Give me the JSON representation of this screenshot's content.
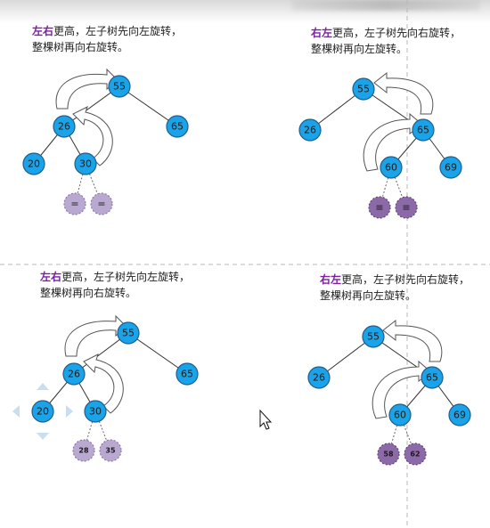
{
  "captions": {
    "top_left": {
      "highlight": "左右",
      "line1_rest": "更高，左子树先向左旋转，",
      "line2": "整棵树再向右旋转。"
    },
    "top_right": {
      "highlight": "右左",
      "line1_rest": "更高，左子树先向右旋转，",
      "line2": "整棵树再向左旋转。"
    },
    "bottom_left": {
      "highlight": "左右",
      "line1_rest": "更高，左子树先向左旋转，",
      "line2": "整棵树再向右旋转。"
    },
    "bottom_right": {
      "highlight": "右左",
      "line1_rest": "更高，左子树先向右旋转，",
      "line2": "整棵树再向左旋转。"
    }
  },
  "trees": {
    "top_left": {
      "root": "55",
      "left": "26",
      "right": "65",
      "left_left": "20",
      "left_right": "30",
      "sub_left": "=",
      "sub_right": "="
    },
    "top_right": {
      "root": "55",
      "left": "26",
      "right": "65",
      "right_left": "60",
      "right_right": "69",
      "sub_left": "≡",
      "sub_right": "≡"
    },
    "bottom_left": {
      "root": "55",
      "left": "26",
      "right": "65",
      "left_left": "20",
      "left_right": "30",
      "sub_left": "28",
      "sub_right": "35"
    },
    "bottom_right": {
      "root": "55",
      "left": "26",
      "right": "65",
      "right_left": "60",
      "right_right": "69",
      "sub_left": "58",
      "sub_right": "62"
    }
  },
  "colors": {
    "node_blue": "#1aa3e8",
    "node_lilac": "#b9a8d0",
    "node_violet": "#8c6aa8",
    "highlight_purple": "#7a1fa0"
  },
  "icons": [
    "rotation-arrow-icon",
    "pan-arrow-icon",
    "mouse-cursor-icon"
  ]
}
